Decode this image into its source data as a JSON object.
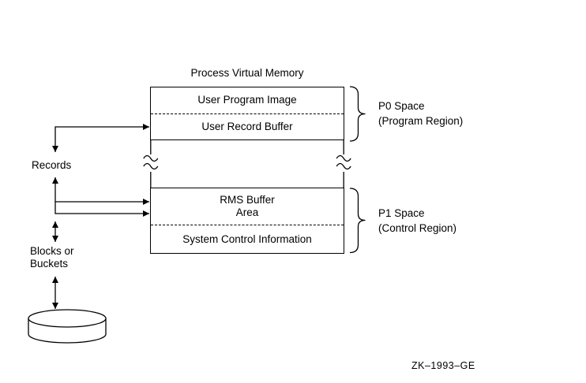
{
  "diagram": {
    "title": "Process Virtual Memory",
    "p0_box": {
      "top_label": "User Program Image",
      "bottom_label": "User Record Buffer"
    },
    "p1_box": {
      "top_label_line1": "RMS Buffer",
      "top_label_line2": "Area",
      "bottom_label": "System Control Information"
    },
    "p0_region": {
      "line1": "P0 Space",
      "line2": "(Program Region)"
    },
    "p1_region": {
      "line1": "P1 Space",
      "line2": "(Control Region)"
    },
    "left_labels": {
      "records": "Records",
      "blocks_line1": "Blocks or",
      "blocks_line2": "Buckets"
    },
    "caption": "ZK–1993–GE",
    "icons": {
      "disk": "disk-icon",
      "break": "line-break-squiggle",
      "arrow": "double-headed-arrow"
    },
    "colors": {
      "line": "#000000",
      "background": "#ffffff"
    }
  }
}
